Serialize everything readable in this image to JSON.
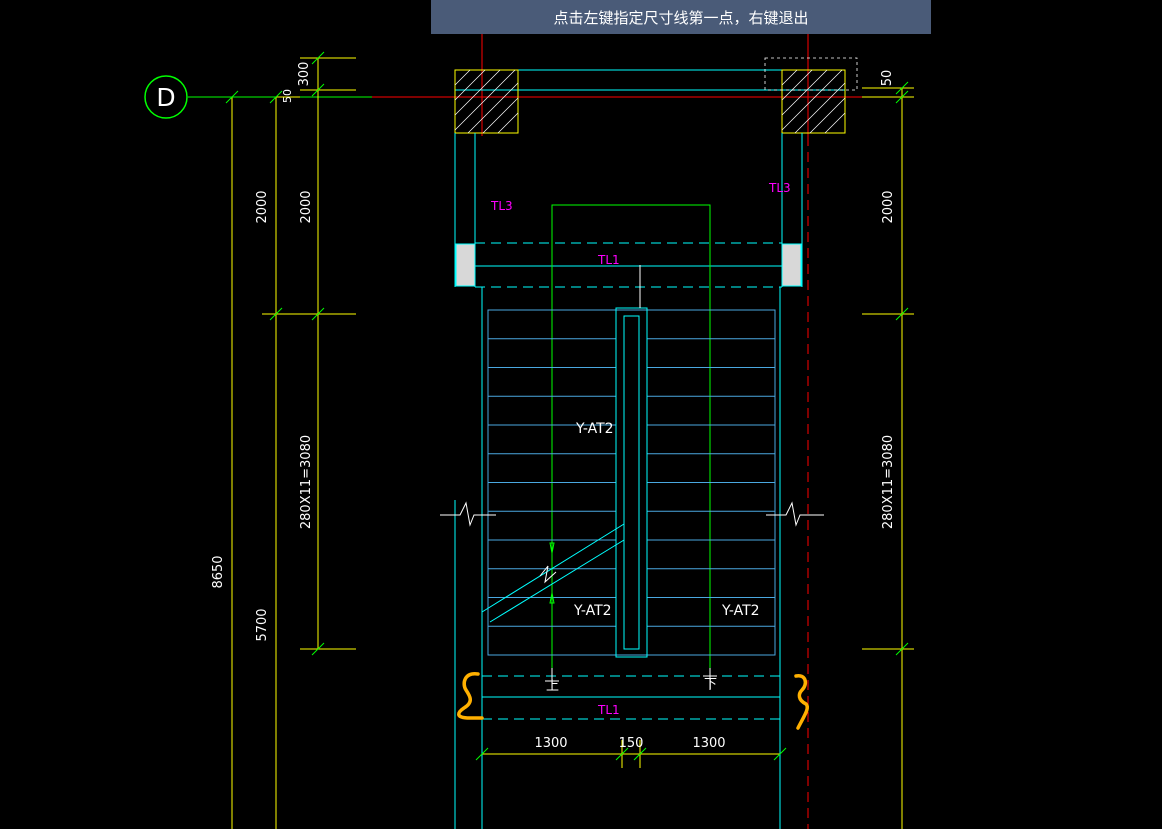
{
  "prompt": {
    "text": "点击左键指定尺寸线第一点，右键退出"
  },
  "axis": {
    "label": "D"
  },
  "dims_left": {
    "d300": "300",
    "d50": "50",
    "d2000_a": "2000",
    "d2000_b": "2000",
    "d2800": "280X11=3080",
    "d8650": "8650",
    "d5700": "5700"
  },
  "dims_right": {
    "d50": "50",
    "d2000": "2000",
    "d2800": "280X11=3080"
  },
  "dims_bottom": {
    "left": "1300",
    "mid": "150",
    "right": "1300"
  },
  "labels": {
    "tl3_left": "TL3",
    "tl3_right": "TL3",
    "tl1_top": "TL1",
    "tl1_bottom": "TL1",
    "yat2_top": "Y-AT2",
    "yat2_left": "Y-AT2",
    "yat2_right": "Y-AT2",
    "up": "上",
    "down": "下"
  },
  "colors": {
    "background": "#000000",
    "prompt_bg": "#4a5b78",
    "green": "#00ff00",
    "yellow": "#ffff00",
    "cyan": "#00ffff",
    "blue": "#4aa8e0",
    "magenta": "#ff00ff",
    "red": "#ff0000",
    "white": "#ffffff",
    "orange": "#ffb000"
  }
}
